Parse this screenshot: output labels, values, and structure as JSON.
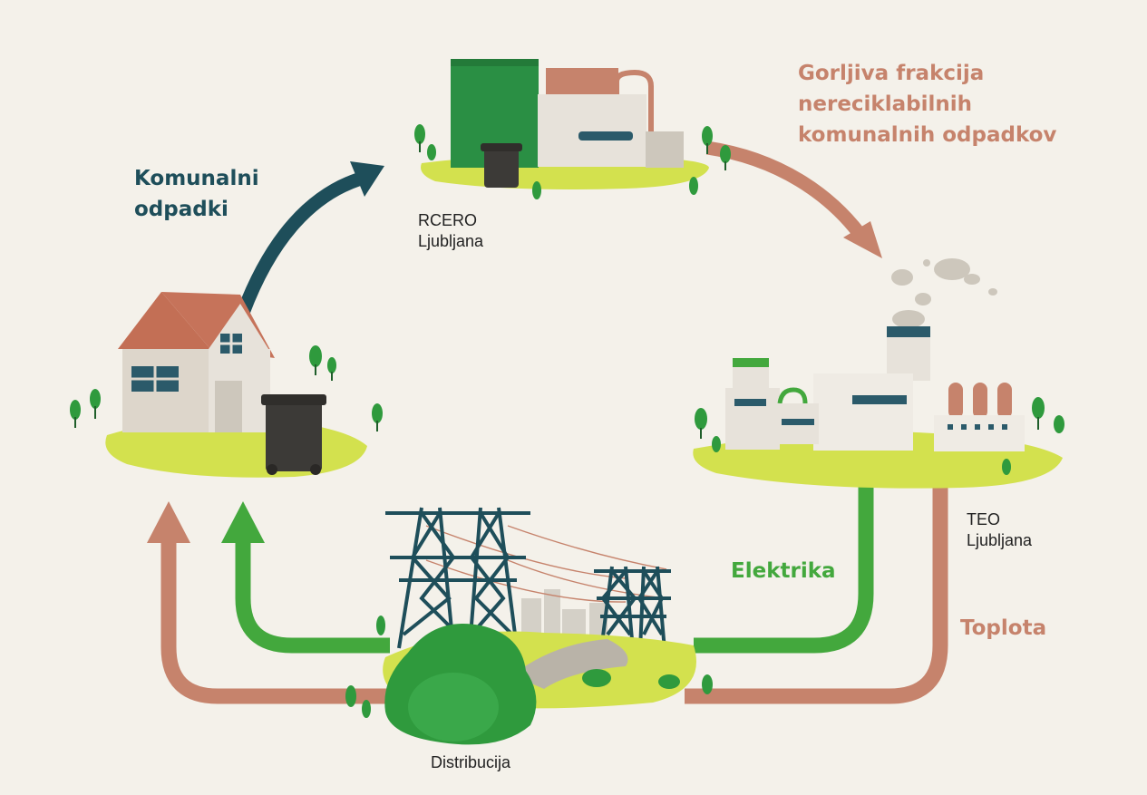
{
  "colors": {
    "background": "#f4f1ea",
    "waste_arrow": "#1e4e5a",
    "combustible_arrow": "#c6836c",
    "electricity_arrow": "#43a83d",
    "heat_arrow": "#c6836c",
    "grass": "#d3e14e",
    "tree": "#2f9a3d"
  },
  "labels": {
    "municipal_waste": [
      "Komunalni",
      "odpadki"
    ],
    "combustible_fraction": [
      "Gorljiva frakcija",
      "nereciklabilnih",
      "komunalnih odpadkov"
    ],
    "rcero": [
      "RCERO",
      "Ljubljana"
    ],
    "teo": [
      "TEO",
      "Ljubljana"
    ],
    "electricity": "Elektrika",
    "heat": "Toplota",
    "distribution": "Distribucija"
  },
  "nodes": [
    {
      "id": "household",
      "icon": "house-with-waste-bin-icon"
    },
    {
      "id": "rcero",
      "icon": "waste-processing-plant-icon"
    },
    {
      "id": "teo",
      "icon": "heating-power-plant-icon"
    },
    {
      "id": "distribution",
      "icon": "power-transmission-towers-icon"
    }
  ]
}
